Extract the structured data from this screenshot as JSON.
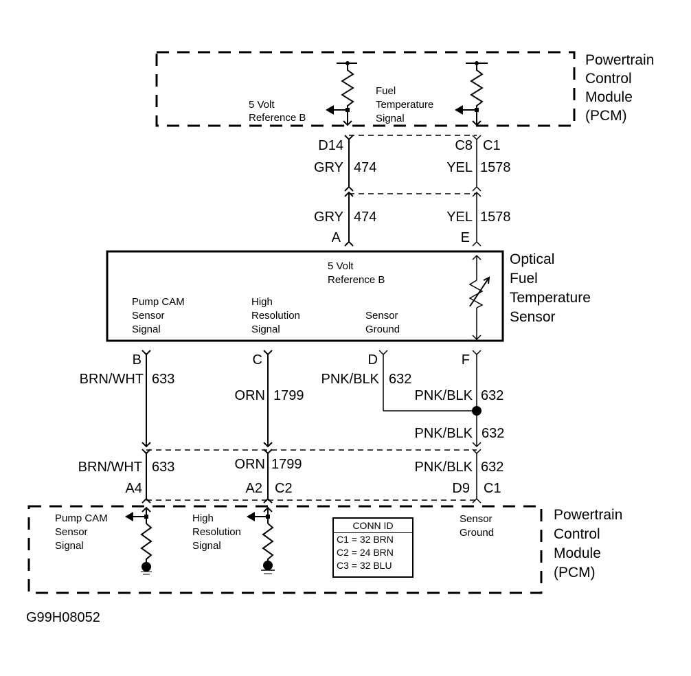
{
  "pcm_top": {
    "title_lines": [
      "Powertrain",
      "Control",
      "Module",
      "(PCM)"
    ],
    "ref_label_lines": [
      "5 Volt",
      "Reference B"
    ],
    "signal_label_lines": [
      "Fuel",
      "Temperature",
      "Signal"
    ]
  },
  "upper_connector": {
    "left_pin": "D14",
    "right_pin": "C8",
    "right_conn": "C1",
    "left_wire_color": "GRY",
    "left_circuit": "474",
    "right_wire_color": "YEL",
    "right_circuit": "1578"
  },
  "sensor_upper_wires": {
    "left_wire_color": "GRY",
    "left_circuit": "474",
    "left_pin": "A",
    "right_wire_color": "YEL",
    "right_circuit": "1578",
    "right_pin": "E"
  },
  "sensor": {
    "title_lines": [
      "Optical",
      "Fuel",
      "Temperature",
      "Sensor"
    ],
    "ref_label_lines": [
      "5 Volt",
      "Reference B"
    ],
    "pump_cam_lines": [
      "Pump CAM",
      "Sensor",
      "Signal"
    ],
    "high_res_lines": [
      "High",
      "Resolution",
      "Signal"
    ],
    "sensor_ground_lines": [
      "Sensor",
      "Ground"
    ]
  },
  "sensor_lower_wires": {
    "b": {
      "pin": "B",
      "color": "BRN/WHT",
      "circuit": "633"
    },
    "c": {
      "pin": "C",
      "color": "ORN",
      "circuit": "1799"
    },
    "d": {
      "pin": "D",
      "color": "PNK/BLK",
      "circuit": "632"
    },
    "f": {
      "pin": "F",
      "color": "PNK/BLK",
      "circuit": "632"
    },
    "splice": {
      "color": "PNK/BLK",
      "circuit": "632"
    }
  },
  "lower_connector": {
    "w1": {
      "color": "BRN/WHT",
      "circuit": "633",
      "pin": "A4"
    },
    "w2": {
      "color": "ORN",
      "circuit": "1799",
      "pin": "A2",
      "conn": "C2"
    },
    "w3": {
      "color": "PNK/BLK",
      "circuit": "632",
      "pin": "D9",
      "conn": "C1"
    }
  },
  "pcm_bottom": {
    "title_lines": [
      "Powertrain",
      "Control",
      "Module",
      "(PCM)"
    ],
    "pump_cam_lines": [
      "Pump CAM",
      "Sensor",
      "Signal"
    ],
    "high_res_lines": [
      "High",
      "Resolution",
      "Signal"
    ],
    "sensor_ground_lines": [
      "Sensor",
      "Ground"
    ]
  },
  "conn_id": {
    "header": "CONN ID",
    "rows": [
      "C1 = 32 BRN",
      "C2 = 24 BRN",
      "C3 = 32 BLU"
    ]
  },
  "figure_id": "G99H08052"
}
